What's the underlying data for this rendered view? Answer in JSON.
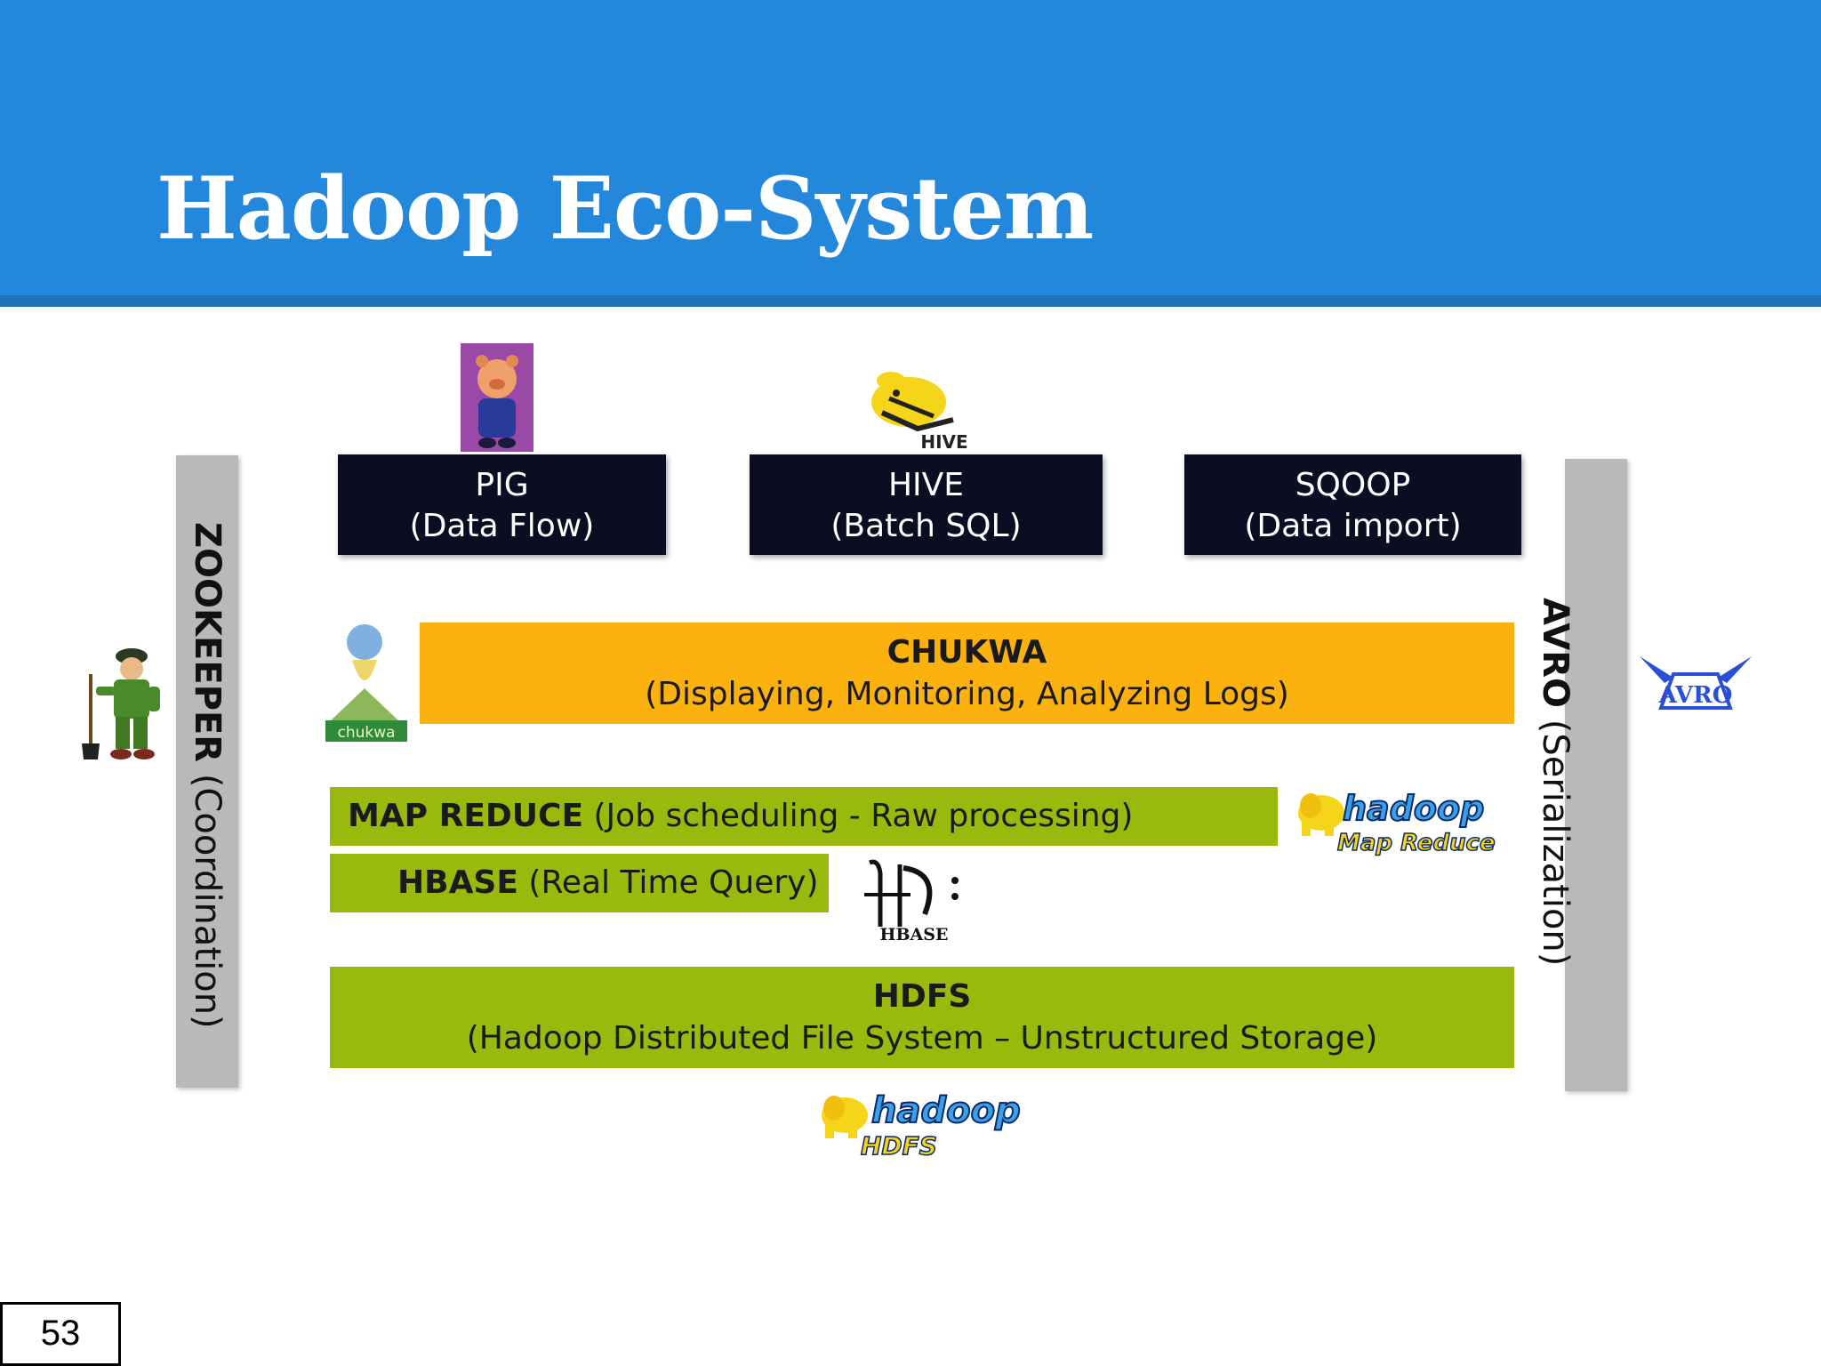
{
  "slide": {
    "title": "Hadoop Eco-System",
    "page_number": "53"
  },
  "top_row": [
    {
      "name": "PIG",
      "desc": "(Data Flow)"
    },
    {
      "name": "HIVE",
      "desc": "(Batch SQL)"
    },
    {
      "name": "SQOOP",
      "desc": "(Data import)"
    }
  ],
  "zookeeper": {
    "name": "ZOOKEEPER",
    "desc": "(Coordination)"
  },
  "avro": {
    "name": "AVRO",
    "desc": "(Serialization)"
  },
  "chukwa": {
    "name": "CHUKWA",
    "desc": "(Displaying, Monitoring, Analyzing Logs)"
  },
  "mapreduce": {
    "name": "MAP REDUCE",
    "desc": "(Job scheduling  - Raw processing)"
  },
  "hbase": {
    "name": "HBASE",
    "desc": "(Real Time Query)"
  },
  "hdfs": {
    "name": "HDFS",
    "desc": "(Hadoop Distributed File System – Unstructured Storage)"
  },
  "logos": {
    "chukwa_text": "chukwa",
    "hive_text": "HIVE",
    "mapreduce_main": "hadoop",
    "mapreduce_sub": "Map Reduce",
    "hbase_text": "HBASE",
    "hdfs_main": "hadoop",
    "hdfs_sub": "HDFS",
    "avro_text": "AVRO"
  },
  "colors": {
    "header": "#2388dc",
    "dark_box": "#0b0d22",
    "chukwa": "#fbb20e",
    "green": "#9ab90d",
    "side_bar": "#b9b9b9"
  }
}
